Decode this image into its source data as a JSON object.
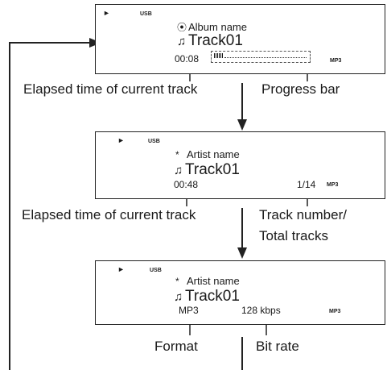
{
  "screen1": {
    "play_icon": "play-icon",
    "source": "USB",
    "subtitle_icon": "album-icon",
    "subtitle": "Album name",
    "track_icon": "music-note-icon",
    "track": "Track01",
    "time": "00:08",
    "progress": 0.1,
    "format": "MP3"
  },
  "screen2": {
    "play_icon": "play-icon",
    "source": "USB",
    "subtitle_icon": "artist-icon",
    "subtitle": "Artist name",
    "track_icon": "music-note-icon",
    "track": "Track01",
    "time": "00:48",
    "track_count": "1/14",
    "format": "MP3"
  },
  "screen3": {
    "play_icon": "play-icon",
    "source": "USB",
    "subtitle_icon": "artist-icon",
    "subtitle": "Artist name",
    "track_icon": "music-note-icon",
    "track": "Track01",
    "format_value": "MP3",
    "bitrate": "128 kbps",
    "format": "MP3"
  },
  "labels": {
    "elapsed_1": "Elapsed time of current track",
    "progress_bar": "Progress bar",
    "elapsed_2": "Elapsed time of current track",
    "track_number_line1": "Track number/",
    "track_number_line2": "Total tracks",
    "format": "Format",
    "bit_rate": "Bit rate"
  }
}
